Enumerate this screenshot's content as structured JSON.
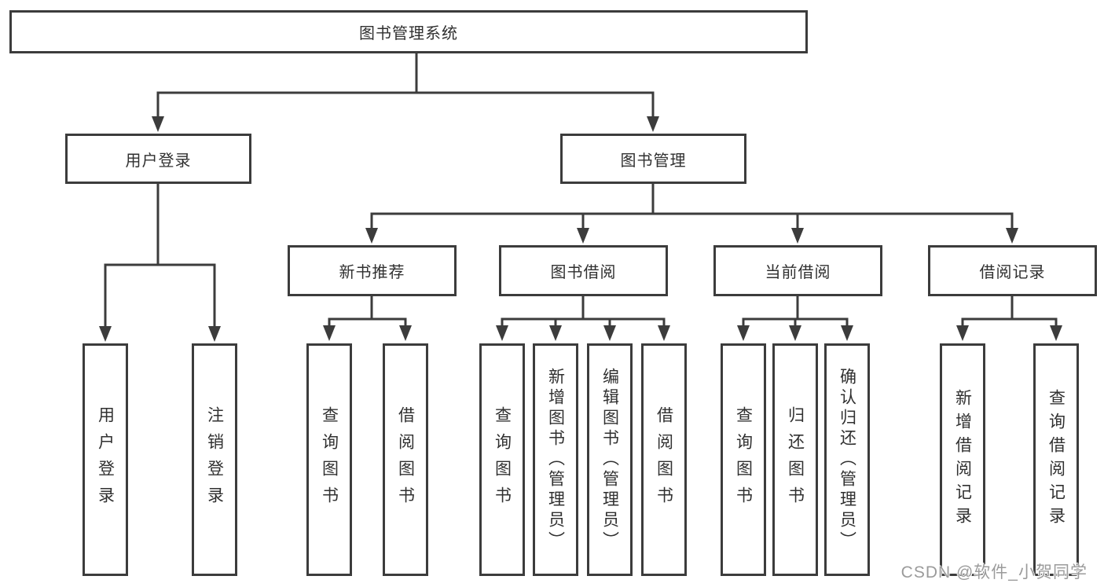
{
  "diagram": {
    "title_note": "library management system function structure tree",
    "root": {
      "label": "图书管理系统"
    },
    "level2": [
      {
        "label": "用户登录"
      },
      {
        "label": "图书管理"
      }
    ],
    "level3": [
      {
        "label": "新书推荐"
      },
      {
        "label": "图书借阅"
      },
      {
        "label": "当前借阅"
      },
      {
        "label": "借阅记录"
      }
    ],
    "leaves": [
      {
        "label": "用户登录",
        "parent": "用户登录"
      },
      {
        "label": "注销登录",
        "parent": "用户登录"
      },
      {
        "label": "查询图书",
        "parent": "新书推荐"
      },
      {
        "label": "借阅图书",
        "parent": "新书推荐"
      },
      {
        "label": "查询图书",
        "parent": "图书借阅"
      },
      {
        "label": "新增图书（管理员）",
        "parent": "图书借阅"
      },
      {
        "label": "编辑图书（管理员）",
        "parent": "图书借阅"
      },
      {
        "label": "借阅图书",
        "parent": "图书借阅"
      },
      {
        "label": "查询图书",
        "parent": "当前借阅"
      },
      {
        "label": "归还图书",
        "parent": "当前借阅"
      },
      {
        "label": "确认归还（管理员）",
        "parent": "当前借阅"
      },
      {
        "label": "新增借阅记录",
        "parent": "借阅记录"
      },
      {
        "label": "查询借阅记录",
        "parent": "借阅记录"
      }
    ],
    "colors": {
      "line": "#3c3c3c",
      "text": "#303030",
      "box_background": "#ffffff",
      "watermark": "#9b9b9b"
    }
  },
  "watermark": {
    "text": "CSDN @软件_小贺同学"
  }
}
